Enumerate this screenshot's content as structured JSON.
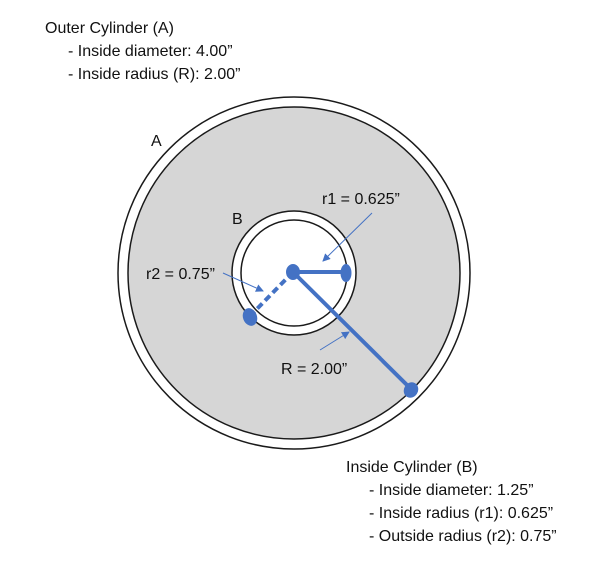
{
  "outer_cylinder": {
    "title": "Outer Cylinder (A)",
    "bullets": [
      "- Inside diameter: 4.00”",
      "- Inside radius (R): 2.00”"
    ]
  },
  "inside_cylinder": {
    "title": "Inside Cylinder (B)",
    "bullets": [
      "- Inside diameter: 1.25”",
      "- Inside radius (r1): 0.625”",
      "- Outside radius (r2): 0.75”"
    ]
  },
  "diagram": {
    "label_a": "A",
    "label_b": "B",
    "r1_label": "r1 = 0.625”",
    "r2_label": "r2 = 0.75”",
    "R_label": "R = 2.00”"
  },
  "colors": {
    "accent_blue": "#4472C4",
    "fill_gray": "#D6D6D6",
    "outline": "#1A1A1A"
  }
}
